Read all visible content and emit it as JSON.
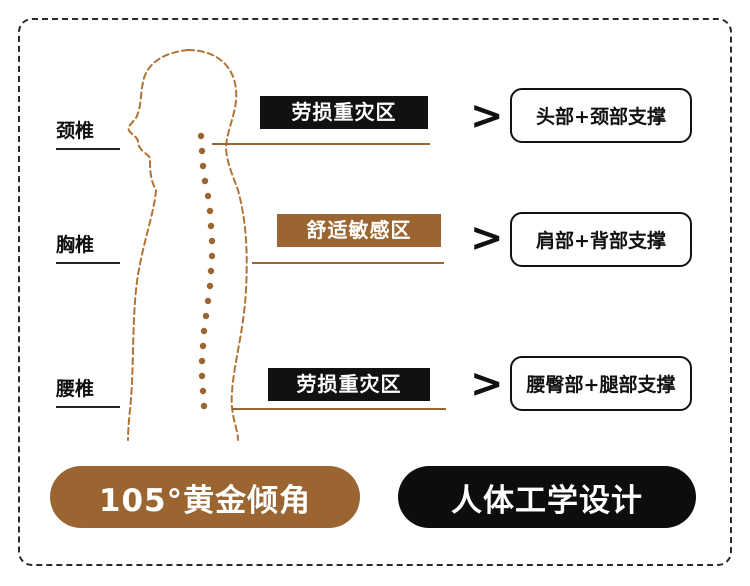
{
  "colors": {
    "accent_brown": "#9a6530",
    "dark": "#111111",
    "outline": "#2a2a2a"
  },
  "spine_regions": [
    {
      "label": "颈椎",
      "zone": "劳损重灾区",
      "zone_style": "dark",
      "support": "头部+颈部支撑"
    },
    {
      "label": "胸椎",
      "zone": "舒适敏感区",
      "zone_style": "brown",
      "support": "肩部+背部支撑"
    },
    {
      "label": "腰椎",
      "zone": "劳损重灾区",
      "zone_style": "dark",
      "support": "腰臀部+腿部支撑"
    }
  ],
  "arrow_symbol": ">",
  "badges": {
    "angle": "105°黄金倾角",
    "design": "人体工学设计"
  },
  "icons": [
    "human-silhouette-icon",
    "spine-dots-icon"
  ]
}
